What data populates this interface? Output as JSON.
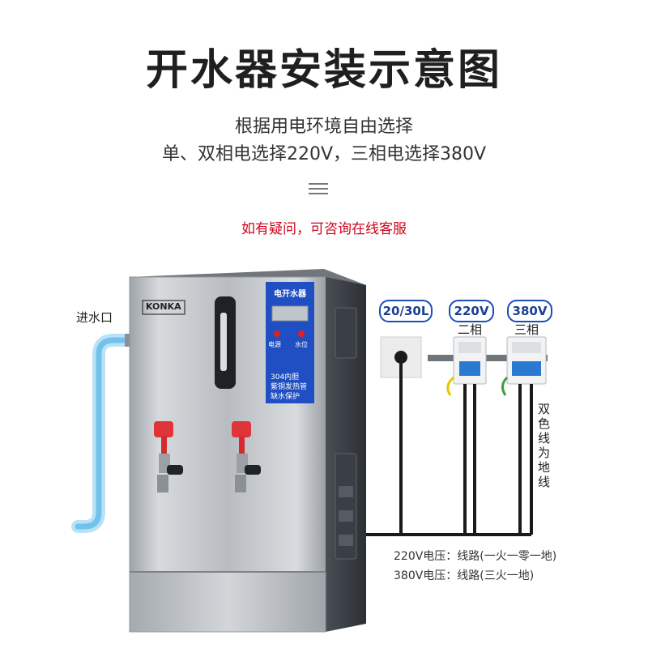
{
  "title": "开水器安装示意图",
  "subtitle_line1": "根据用电环境自由选择",
  "subtitle_line2": "单、双相电选择220V，三相电选择380V",
  "notice": "如有疑问，可咨询在线客服",
  "inlet_label": "进水口",
  "brand": "KONKA",
  "panel": {
    "title": "电开水器",
    "button_left": "电源",
    "button_right": "水位",
    "features": [
      "304内胆",
      "紫铜发热管",
      "缺水保护"
    ]
  },
  "power_options": [
    {
      "label": "20/30L",
      "sub": ""
    },
    {
      "label": "220V",
      "sub": "二相"
    },
    {
      "label": "380V",
      "sub": "三相"
    }
  ],
  "ground_note": "双色线为地线",
  "voltage_notes": [
    "220V电压：线路(一火一零一地)",
    "380V电压：线路(三火一地)"
  ],
  "colors": {
    "accent_red": "#d0021b",
    "blue_pill": "#1a4fb8",
    "pipe_blue": "#7fc9ee",
    "steel": "#c8ccd0"
  }
}
